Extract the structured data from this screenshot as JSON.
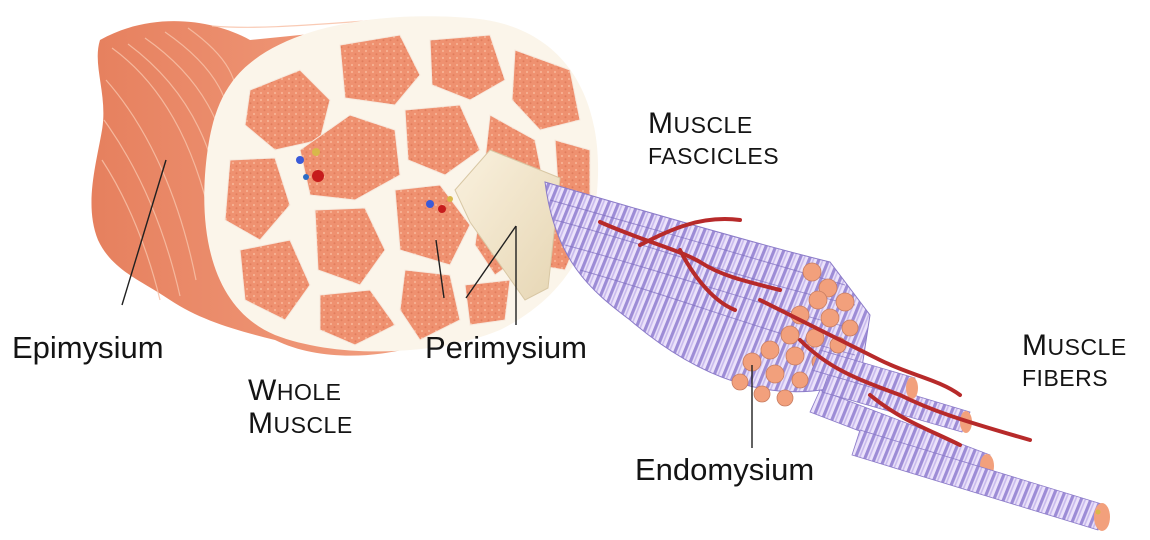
{
  "labels": {
    "epimysium": "Epimysium",
    "perimysium": "Perimysium",
    "endomysium": "Endomysium",
    "whole_muscle": {
      "line1_initial": "W",
      "line1_rest": "HOLE",
      "line2_initial": "M",
      "line2_rest": "USCLE"
    },
    "muscle_fascicles": {
      "line1_initial": "M",
      "line1_rest": "USCLE",
      "line2": "FASCICLES"
    },
    "muscle_fibers": {
      "line1_initial": "M",
      "line1_rest": "USCLE",
      "line2": "FIBERS"
    }
  },
  "colors": {
    "muscle_outer": "#e8825e",
    "fascicle_fill": "#ef9372",
    "connective_tissue": "#fbf5ea",
    "perimysium_sheath": "#f3e8cf",
    "fiber_stripe_light": "#e8defa",
    "fiber_stripe_purple": "#9f8fd8",
    "fiber_end": "#f2a07c",
    "capillary": "#b92a2a",
    "leader_line": "#202020"
  }
}
